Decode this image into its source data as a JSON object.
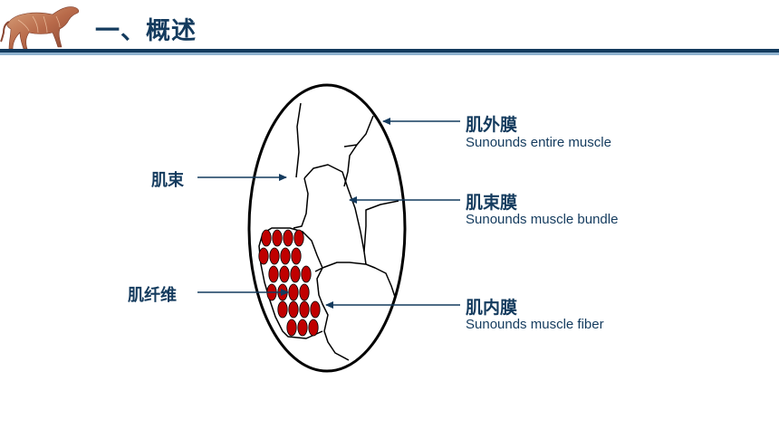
{
  "header": {
    "title": "一、概述",
    "logo_icon": "horse-anatomy-icon"
  },
  "colors": {
    "title_navy": "#143b5e",
    "rule_light": "#8fb2cf",
    "fiber_red": "#c00000",
    "outline": "#000000"
  },
  "labels": {
    "epimysium": {
      "name": "肌外膜",
      "desc": "Sunounds entire muscle"
    },
    "perimysium": {
      "name": "肌束膜",
      "desc": "Sunounds muscle bundle"
    },
    "endomysium": {
      "name": "肌内膜",
      "desc": "Sunounds muscle fiber"
    },
    "fascicle": "肌束",
    "fiber": "肌纤维"
  }
}
